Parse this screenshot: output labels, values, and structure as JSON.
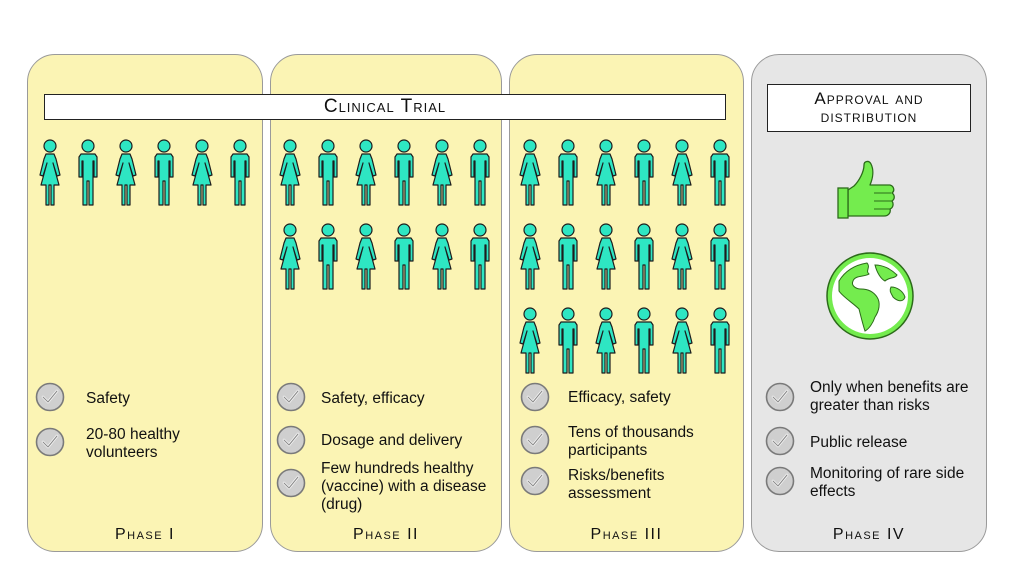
{
  "banner": {
    "clinical_trial": "Clinical Trial"
  },
  "approval": {
    "title_line1": "Approval and",
    "title_line2": "distribution"
  },
  "phases": [
    {
      "label": "Phase I",
      "items": [
        "Safety",
        "20-80 healthy volunteers"
      ]
    },
    {
      "label": "Phase II",
      "items": [
        "Safety, efficacy",
        "Dosage and delivery",
        "Few hundreds healthy (vaccine) with a disease (drug)"
      ]
    },
    {
      "label": "Phase III",
      "items": [
        "Efficacy, safety",
        "Tens of thousands participants",
        "Risks/benefits assessment"
      ]
    },
    {
      "label": "Phase IV",
      "items": [
        "Only when benefits are greater than risks",
        "Public release",
        "Monitoring of rare side effects"
      ]
    }
  ],
  "people_rows": {
    "phase_1": 1,
    "phase_2": 2,
    "phase_3": 3
  },
  "colors": {
    "panel_yellow": "#fbf4b4",
    "panel_gray": "#e6e6e6",
    "person": "#2ee6c3",
    "thumb": "#74ec4e",
    "globe": "#74ec4e",
    "check": "#c8c8c8"
  },
  "icons": [
    "female-figure-icon",
    "male-figure-icon",
    "check-circle-icon",
    "thumbs-up-icon",
    "globe-icon"
  ]
}
